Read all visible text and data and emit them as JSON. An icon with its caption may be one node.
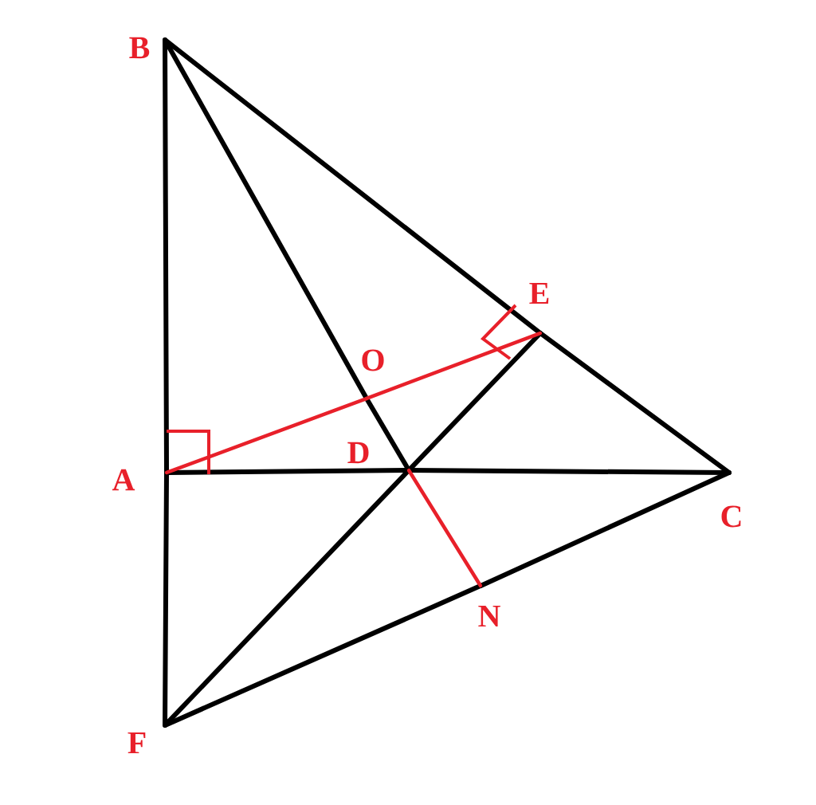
{
  "diagram": {
    "nodes": [
      {
        "text": [
          "B"
        ]
      },
      {
        "text": [
          "A"
        ]
      },
      {
        "text": [
          "F"
        ]
      },
      {
        "text": [
          "C"
        ]
      },
      {
        "text": [
          "E"
        ]
      },
      {
        "text": [
          "O"
        ]
      },
      {
        "text": [
          "D"
        ]
      },
      {
        "text": [
          "N"
        ]
      }
    ],
    "edges": [
      {
        "from": 0,
        "to": 1,
        "arrow": "none"
      },
      {
        "from": 1,
        "to": 2,
        "arrow": "none"
      },
      {
        "from": 0,
        "to": 4,
        "arrow": "none"
      },
      {
        "from": 4,
        "to": 3,
        "arrow": "none"
      },
      {
        "from": 0,
        "to": 5,
        "arrow": "none"
      },
      {
        "from": 5,
        "to": 6,
        "arrow": "none"
      },
      {
        "from": 1,
        "to": 6,
        "arrow": "none"
      },
      {
        "from": 6,
        "to": 3,
        "arrow": "none"
      },
      {
        "from": 2,
        "to": 7,
        "arrow": "none"
      },
      {
        "from": 7,
        "to": 3,
        "arrow": "none"
      },
      {
        "from": 2,
        "to": 6,
        "arrow": "none"
      },
      {
        "from": 6,
        "to": 4,
        "arrow": "none"
      },
      {
        "from": 1,
        "to": 5,
        "arrow": "none",
        "color": "#e8202a"
      },
      {
        "from": 5,
        "to": 4,
        "arrow": "none",
        "color": "#e8202a"
      },
      {
        "from": 6,
        "to": 7,
        "arrow": "none",
        "color": "#e8202a"
      }
    ]
  }
}
